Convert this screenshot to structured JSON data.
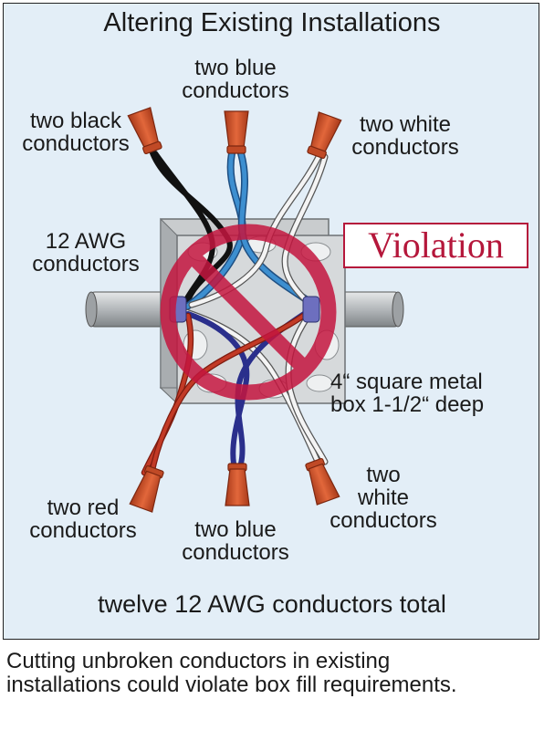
{
  "title": "Altering Existing Installations",
  "labels": {
    "two_blue_top": [
      "two blue",
      "conductors"
    ],
    "two_black": [
      "two black",
      "conductors"
    ],
    "two_white_top": [
      "two white",
      "conductors"
    ],
    "awg12": [
      "12 AWG",
      "conductors"
    ],
    "box": [
      "4“ square metal",
      "box 1-1/2“ deep"
    ],
    "two_red": [
      "two red",
      "conductors"
    ],
    "two_blue_bottom": [
      "two blue",
      "conductors"
    ],
    "two_white_bottom": [
      "two",
      "white",
      "conductors"
    ]
  },
  "violation": "Violation",
  "total": "twelve 12 AWG conductors total",
  "caption": [
    "Cutting unbroken conductors in existing",
    "installations could violate box fill requirements."
  ],
  "colors": {
    "panel_bg": "#e3eef7",
    "prohibition_red": "#c4163f",
    "wire_black": "#111111",
    "wire_blue": "#3d8fd0",
    "wire_white": "#f4f4f4",
    "wire_red": "#b12a1a",
    "wire_navy": "#2a2f8c",
    "wirenut_orange": "#d8542c",
    "box_gray": "#c9ccce",
    "conduit_gray": "#b8bcbf"
  }
}
